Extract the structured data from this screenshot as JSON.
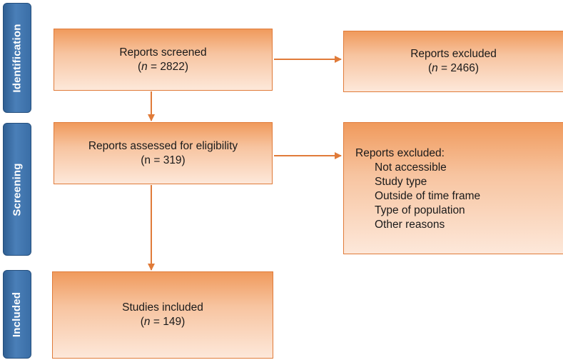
{
  "stages": {
    "identification": "Identification",
    "screening": "Screening",
    "included": "Included"
  },
  "boxes": {
    "screened": {
      "title": "Reports screened",
      "n_var": "n",
      "n_rest": " = 2822)"
    },
    "excluded_1": {
      "title": "Reports excluded",
      "n_var": "n",
      "n_rest": " = 2466)"
    },
    "eligibility": {
      "title": "Reports assessed for eligibility",
      "count": "(n = 319)"
    },
    "excluded_2": {
      "title": "Reports excluded:",
      "reasons": [
        "Not accessible",
        "Study type",
        "Outside of time frame",
        "Type of population",
        "Other reasons"
      ]
    },
    "included": {
      "title": "Studies included",
      "n_var": "n",
      "n_rest": " = 149)"
    }
  },
  "colors": {
    "stage_fill": "#4a7fb8",
    "box_border": "#e07b39",
    "box_fill_top": "#f09a5c",
    "box_fill_bottom": "#fde8da",
    "arrow": "#e07b39"
  }
}
